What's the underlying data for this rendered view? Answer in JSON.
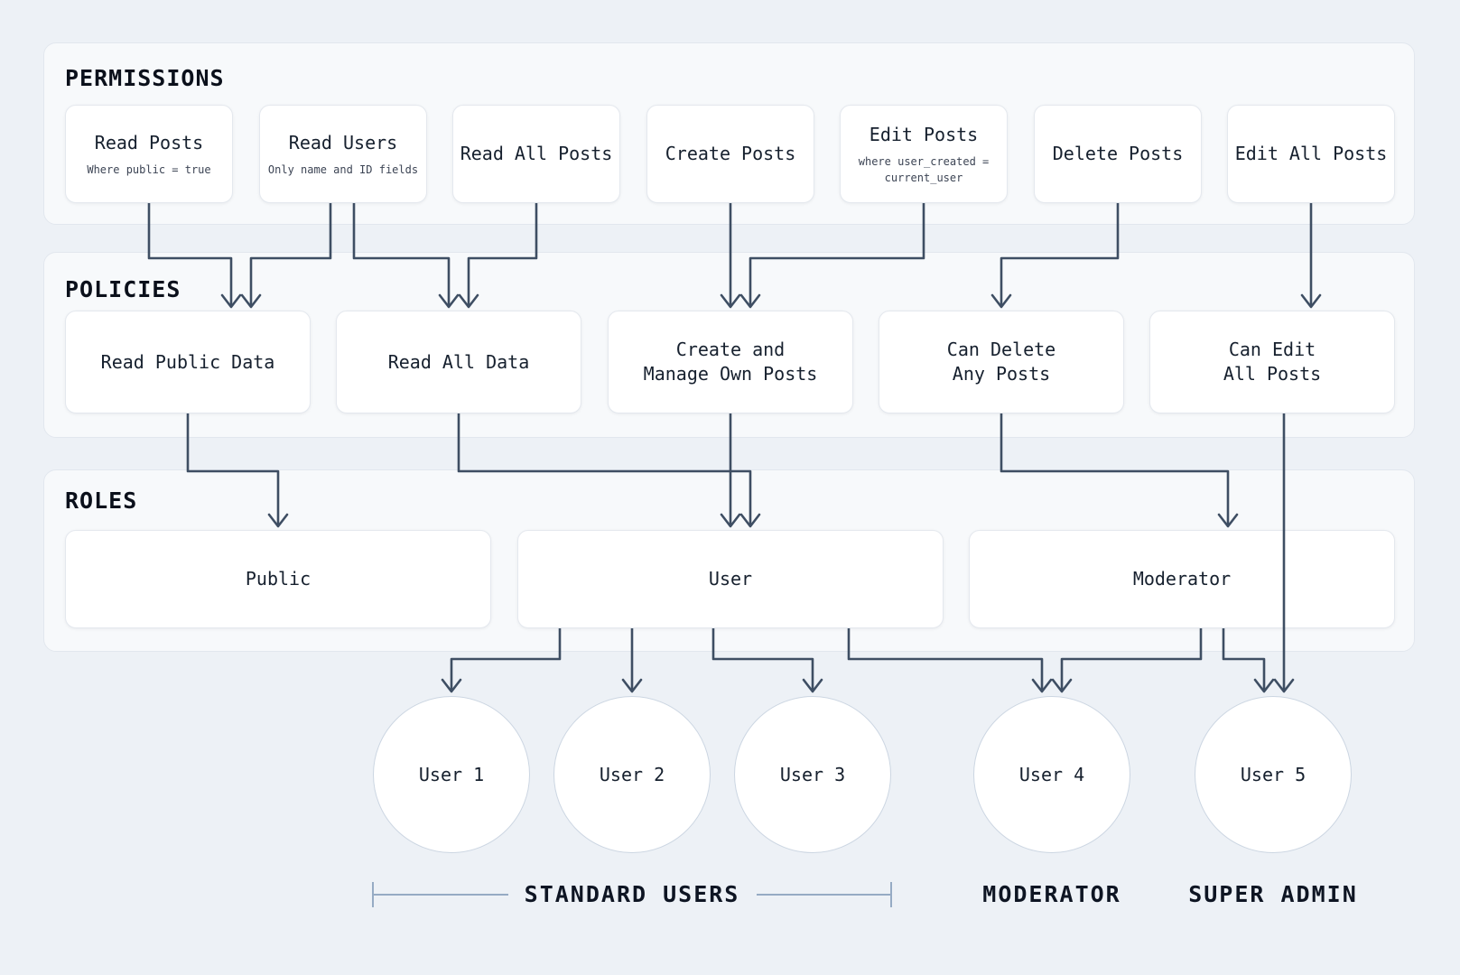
{
  "sections": {
    "permissions": {
      "label": "PERMISSIONS",
      "boxes": [
        {
          "title": "Read Posts",
          "subtitle": "Where public = true"
        },
        {
          "title": "Read Users",
          "subtitle": "Only name and ID fields"
        },
        {
          "title": "Read All Posts"
        },
        {
          "title": "Create Posts"
        },
        {
          "title": "Edit Posts",
          "subtitle": "where user_created =\ncurrent_user"
        },
        {
          "title": "Delete Posts"
        },
        {
          "title": "Edit All Posts"
        }
      ]
    },
    "policies": {
      "label": "POLICIES",
      "boxes": [
        {
          "title": "Read Public Data"
        },
        {
          "title": "Read All Data"
        },
        {
          "title": "Create and\nManage Own Posts"
        },
        {
          "title": "Can Delete\nAny Posts"
        },
        {
          "title": "Can Edit\nAll Posts"
        }
      ]
    },
    "roles": {
      "label": "ROLES",
      "boxes": [
        {
          "title": "Public"
        },
        {
          "title": "User"
        },
        {
          "title": "Moderator"
        }
      ]
    }
  },
  "users": [
    {
      "label": "User 1"
    },
    {
      "label": "User 2"
    },
    {
      "label": "User 3"
    },
    {
      "label": "User 4"
    },
    {
      "label": "User 5"
    }
  ],
  "groups": [
    {
      "label": "STANDARD USERS"
    },
    {
      "label": "MODERATOR"
    },
    {
      "label": "SUPER ADMIN"
    }
  ],
  "edges": [
    "Read Posts -> Read Public Data",
    "Read Users -> Read Public Data",
    "Read Users -> Read All Data",
    "Read All Posts -> Read All Data",
    "Create Posts -> Create and Manage Own Posts",
    "Edit Posts -> Create and Manage Own Posts",
    "Delete Posts -> Can Delete Any Posts",
    "Edit All Posts -> Can Edit All Posts",
    "Read Public Data -> Public",
    "Read All Data -> User",
    "Create and Manage Own Posts -> User",
    "Can Delete Any Posts -> Moderator",
    "Can Edit All Posts -> User 5",
    "User -> User 1",
    "User -> User 2",
    "User -> User 3",
    "User -> User 4",
    "Moderator -> User 4",
    "Moderator -> User 5"
  ],
  "colors": {
    "background": "#edf1f6",
    "panel_background": "#f7f9fb",
    "panel_border": "#e2e7ee",
    "node_background": "#ffffff",
    "node_border": "#e4e8ee",
    "connector": "#3e4e63",
    "circle_border": "#ccd6e2",
    "bracket": "#96abc4",
    "text_primary": "#16202e"
  }
}
